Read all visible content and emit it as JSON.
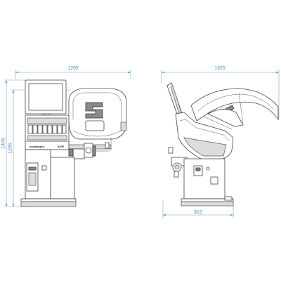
{
  "front_view": {
    "width_dim": "1205",
    "height_total_dim": "1405",
    "height_body_dim": "1295",
    "console_brand": "sonwaypro",
    "console_model": "820P"
  },
  "side_view": {
    "width_dim": "1325",
    "depth_dim": "815"
  }
}
